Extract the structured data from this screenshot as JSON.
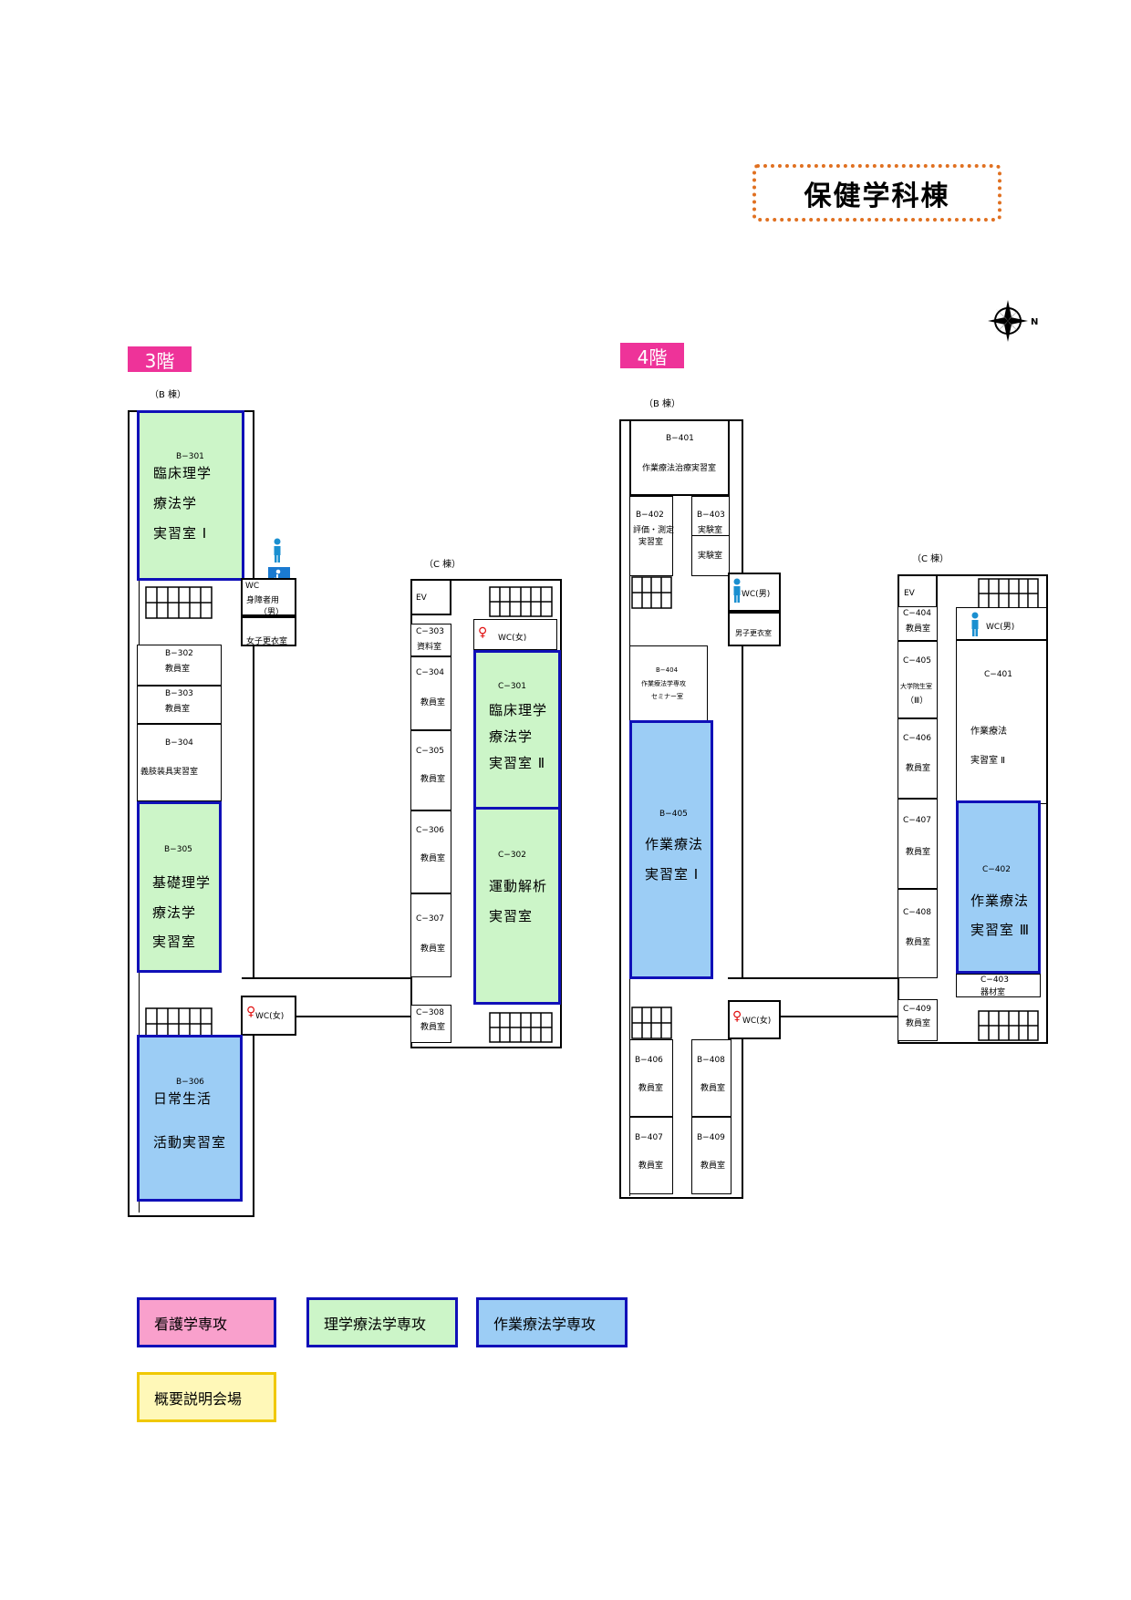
{
  "title": "保健学科棟",
  "floor3": {
    "tag": "3階",
    "b_label": "（B 棟）",
    "c_label": "（C 棟）",
    "b301": {
      "num": "B−301",
      "l1": "臨床理学",
      "l2": "療法学",
      "l3": "実習室 Ⅰ"
    },
    "wc_acc": {
      "l1": "WC",
      "l2": "身障者用",
      "l3": "（男）"
    },
    "female_locker": "女子更衣室",
    "b302": {
      "num": "B−302",
      "name": "教員室"
    },
    "b303": {
      "num": "B−303",
      "name": "教員室"
    },
    "b304": {
      "num": "B−304",
      "name": "義肢装具実習室"
    },
    "b305": {
      "num": "B−305",
      "l1": "基礎理学",
      "l2": "療法学",
      "l3": "実習室"
    },
    "wc_f1": "WC(女)",
    "b306": {
      "num": "B−306",
      "l1": "日常生活",
      "l2": "活動実習室"
    },
    "ev": "EV",
    "c303": {
      "num": "C−303",
      "name": "資料室"
    },
    "c304": {
      "num": "C−304",
      "name": "教員室"
    },
    "c305": {
      "num": "C−305",
      "name": "教員室"
    },
    "c306": {
      "num": "C−306",
      "name": "教員室"
    },
    "c307": {
      "num": "C−307",
      "name": "教員室"
    },
    "c308": {
      "num": "C−308",
      "name": "教員室"
    },
    "wc_f2": "WC(女)",
    "c301": {
      "num": "C−301",
      "l1": "臨床理学",
      "l2": "療法学",
      "l3": "実習室 Ⅱ"
    },
    "c302": {
      "num": "C−302",
      "l1": "運動解析",
      "l2": "実習室"
    }
  },
  "floor4": {
    "tag": "4階",
    "b_label": "（B 棟）",
    "c_label": "（C 棟）",
    "b401": {
      "num": "B−401",
      "name": "作業療法治療実習室"
    },
    "b402": {
      "num": "B−402",
      "l1": "評価・測定",
      "l2": "実習室"
    },
    "b403": {
      "num": "B−403",
      "l1": "実験室",
      "l2": "実験室"
    },
    "wc_m": "WC(男)",
    "male_locker": "男子更衣室",
    "b404": {
      "num": "B−404",
      "l1": "作業療法学専攻",
      "l2": "セミナー室"
    },
    "b405": {
      "num": "B−405",
      "l1": "作業療法",
      "l2": "実習室 Ⅰ"
    },
    "wc_f": "WC(女)",
    "b406": {
      "num": "B−406",
      "name": "教員室"
    },
    "b407": {
      "num": "B−407",
      "name": "教員室"
    },
    "b408": {
      "num": "B−408",
      "name": "教員室"
    },
    "b409": {
      "num": "B−409",
      "name": "教員室"
    },
    "ev": "EV",
    "c404": {
      "num": "C−404",
      "name": "教員室"
    },
    "c405": {
      "num": "C−405",
      "l1": "大学院生室",
      "l2": "（Ⅲ）"
    },
    "c406": {
      "num": "C−406",
      "name": "教員室"
    },
    "c407": {
      "num": "C−407",
      "name": "教員室"
    },
    "c408": {
      "num": "C−408",
      "name": "教員室"
    },
    "c409": {
      "num": "C−409",
      "name": "教員室"
    },
    "c403": {
      "num": "C−403",
      "name": "器材室"
    },
    "wc_m2": "WC(男)",
    "c401": {
      "num": "C−401",
      "l1": "作業療法",
      "l2": "実習室 Ⅱ"
    },
    "c402": {
      "num": "C−402",
      "l1": "作業療法",
      "l2": "実習室 Ⅲ"
    }
  },
  "legend": {
    "nursing": "看護学専攻",
    "pt": "理学療法学専攻",
    "ot": "作業療法学専攻",
    "briefing": "概要説明会場"
  },
  "colors": {
    "nursing": "#f9a0cc",
    "pt": "#ccf5c8",
    "ot": "#9ccdf5",
    "briefing": "#fff8b8",
    "border": "#1010b8",
    "tag": "#ee3399"
  }
}
